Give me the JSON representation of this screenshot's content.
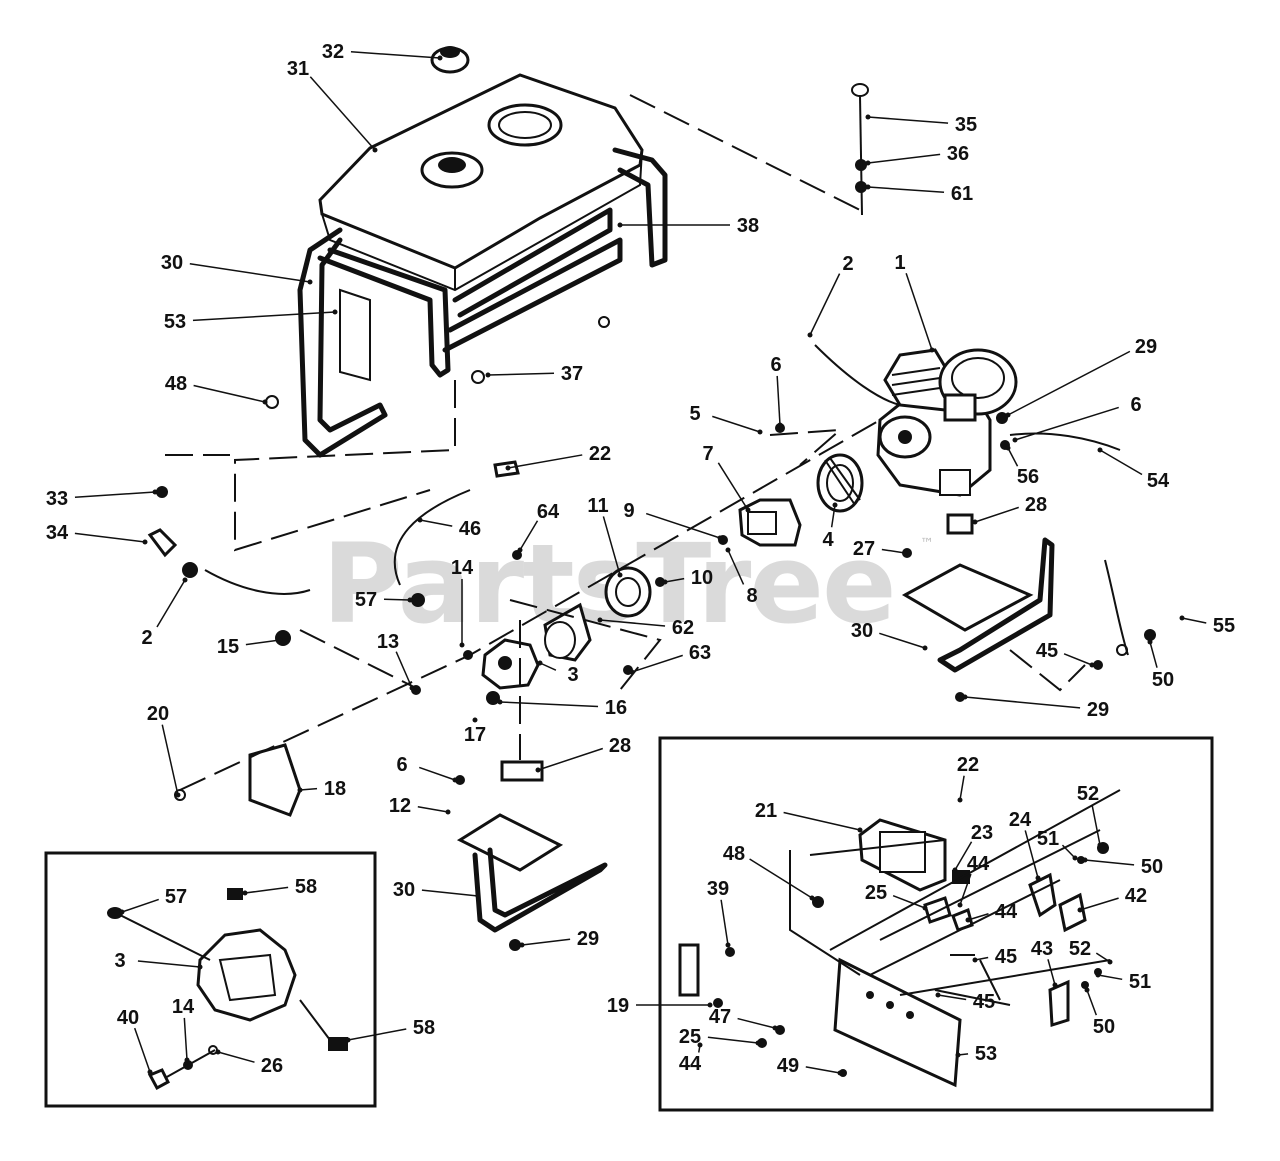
{
  "diagram": {
    "watermark": "PartsTree",
    "watermark_mark": "™",
    "callouts": [
      "32",
      "31",
      "35",
      "36",
      "61",
      "38",
      "30",
      "53",
      "2",
      "1",
      "48",
      "37",
      "29",
      "6",
      "5",
      "6",
      "7",
      "22",
      "33",
      "54",
      "34",
      "46",
      "64",
      "11",
      "9",
      "56",
      "28",
      "4",
      "27",
      "57",
      "14",
      "10",
      "8",
      "30",
      "15",
      "62",
      "55",
      "2",
      "13",
      "45",
      "3",
      "63",
      "50",
      "16",
      "17",
      "20",
      "29",
      "28",
      "6",
      "18",
      "12",
      "22",
      "52",
      "21",
      "23",
      "24",
      "48",
      "51",
      "44",
      "50",
      "57",
      "58",
      "30",
      "42",
      "25",
      "44",
      "39",
      "3",
      "29",
      "45",
      "43",
      "52",
      "58",
      "51",
      "19",
      "45",
      "47",
      "40",
      "14",
      "26",
      "25",
      "44",
      "50",
      "49",
      "53"
    ]
  }
}
